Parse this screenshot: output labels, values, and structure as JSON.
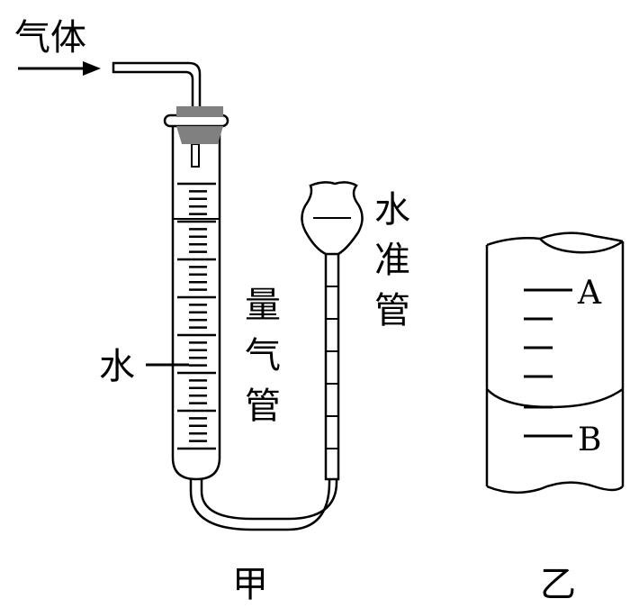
{
  "labels": {
    "gas": "气体",
    "water": "水",
    "gas_tube": [
      "量",
      "气",
      "管"
    ],
    "level_tube": [
      "水",
      "准",
      "管"
    ],
    "mark_a": "A",
    "mark_b": "B",
    "figure_a": "甲",
    "figure_b": "乙"
  },
  "colors": {
    "stroke": "#000000",
    "stopper": "#808080"
  }
}
